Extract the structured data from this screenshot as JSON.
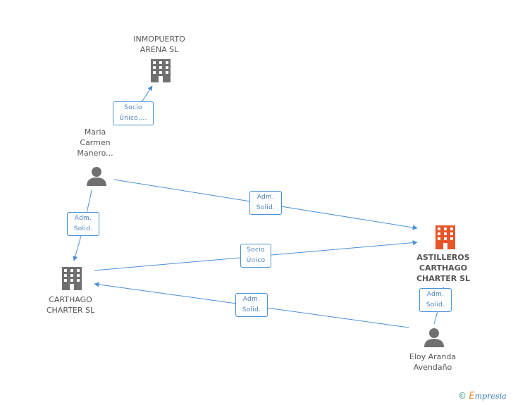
{
  "nodes": {
    "inmopuerto": {
      "line1": "INMOPUERTO",
      "line2": "ARENA SL"
    },
    "maria": {
      "line1": "Maria",
      "line2": "Carmen",
      "line3": "Manero..."
    },
    "carthago": {
      "line1": "CARTHAGO",
      "line2": "CHARTER SL"
    },
    "astilleros": {
      "line1": "ASTILLEROS",
      "line2": "CARTHAGO",
      "line3": "CHARTER SL"
    },
    "eloy": {
      "line1": "Eloy Aranda",
      "line2": "Avendaño"
    }
  },
  "edges": {
    "maria_inmopuerto": {
      "line1": "Socio",
      "line2": "Único,..."
    },
    "maria_astilleros": {
      "line1": "Adm.",
      "line2": "Solid."
    },
    "maria_carthago": {
      "line1": "Adm.",
      "line2": "Solid."
    },
    "carthago_astilleros": {
      "line1": "Socio",
      "line2": "Único"
    },
    "eloy_carthago": {
      "line1": "Adm.",
      "line2": "Solid."
    },
    "eloy_astilleros": {
      "line1": "Adm.",
      "line2": "Solid."
    }
  },
  "colors": {
    "edge": "#4a8fd6",
    "building": "#707070",
    "main_building": "#e8542a",
    "person": "#707070"
  },
  "footer": {
    "copyright": "©",
    "brand_first": "E",
    "brand_rest": "mpresia"
  }
}
